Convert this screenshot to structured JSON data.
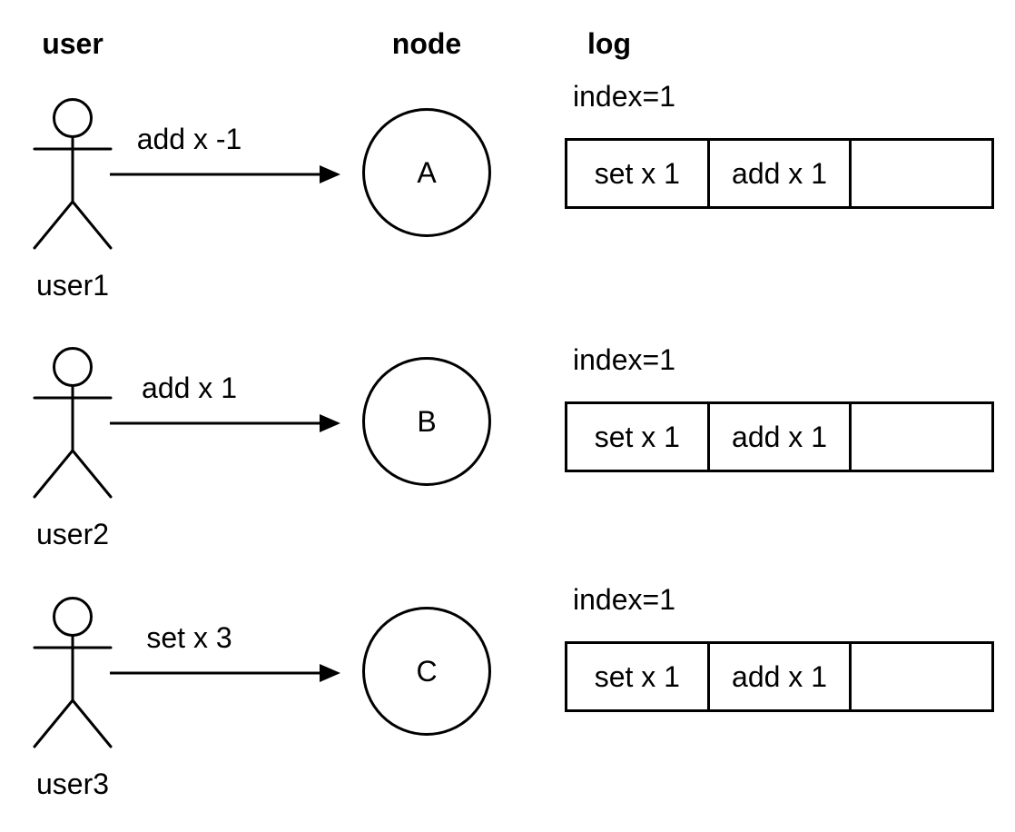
{
  "diagram": {
    "columns": {
      "user": "user",
      "node": "node",
      "log": "log"
    },
    "rows": [
      {
        "user_label": "user1",
        "message": "add x -1",
        "node_label": "A",
        "log": {
          "index_label": "index=1",
          "cells": [
            "set x 1",
            "add x 1",
            ""
          ]
        }
      },
      {
        "user_label": "user2",
        "message": "add x 1",
        "node_label": "B",
        "log": {
          "index_label": "index=1",
          "cells": [
            "set x 1",
            "add x 1",
            ""
          ]
        }
      },
      {
        "user_label": "user3",
        "message": "set x 3",
        "node_label": "C",
        "log": {
          "index_label": "index=1",
          "cells": [
            "set x 1",
            "add x 1",
            ""
          ]
        }
      }
    ],
    "colors": {
      "stroke": "#000000",
      "background": "#ffffff"
    }
  }
}
